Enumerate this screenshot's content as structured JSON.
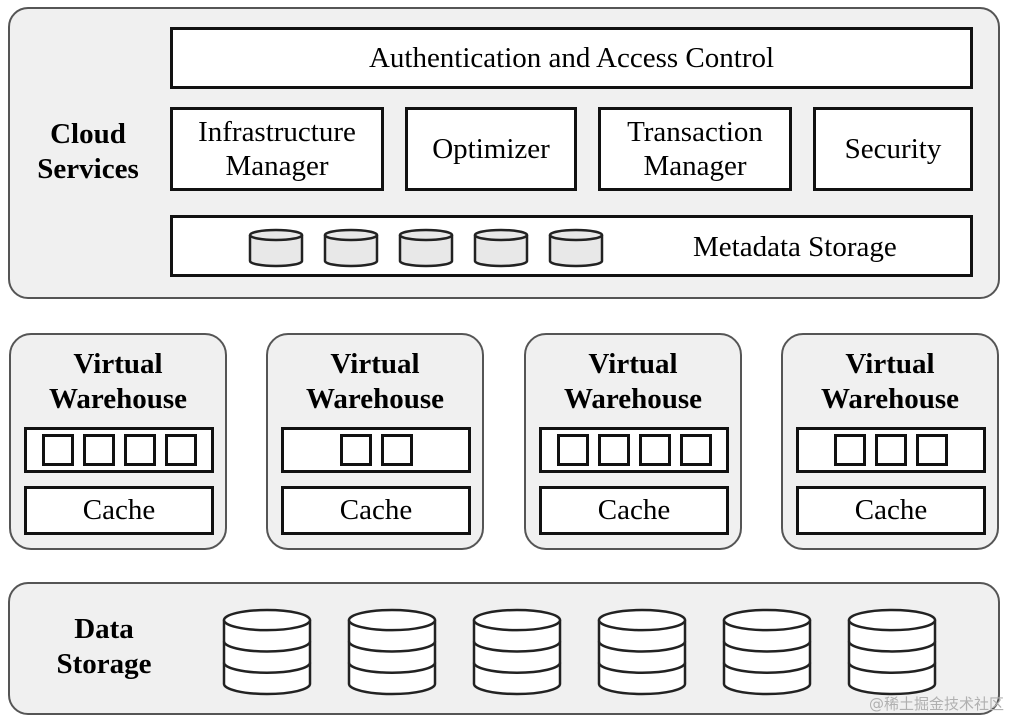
{
  "cloud_services": {
    "label_line1": "Cloud",
    "label_line2": "Services",
    "auth": "Authentication and Access Control",
    "infra_line1": "Infrastructure",
    "infra_line2": "Manager",
    "optimizer": "Optimizer",
    "txn_line1": "Transaction",
    "txn_line2": "Manager",
    "security": "Security",
    "metadata": "Metadata Storage",
    "metadata_cylinders": 5
  },
  "virtual_warehouses": [
    {
      "line1": "Virtual",
      "line2": "Warehouse",
      "slots": 4,
      "cache": "Cache"
    },
    {
      "line1": "Virtual",
      "line2": "Warehouse",
      "slots": 2,
      "cache": "Cache"
    },
    {
      "line1": "Virtual",
      "line2": "Warehouse",
      "slots": 4,
      "cache": "Cache"
    },
    {
      "line1": "Virtual",
      "line2": "Warehouse",
      "slots": 3,
      "cache": "Cache"
    }
  ],
  "data_storage": {
    "label_line1": "Data",
    "label_line2": "Storage",
    "cylinders": 6
  },
  "watermark": "@稀土掘金技术社区",
  "colors": {
    "layer_fill": "#f0f0f0",
    "layer_border": "#555555",
    "box_border": "#111111",
    "cylinder_fill": "#e8e8e8",
    "watermark": "#b0b0b0"
  }
}
